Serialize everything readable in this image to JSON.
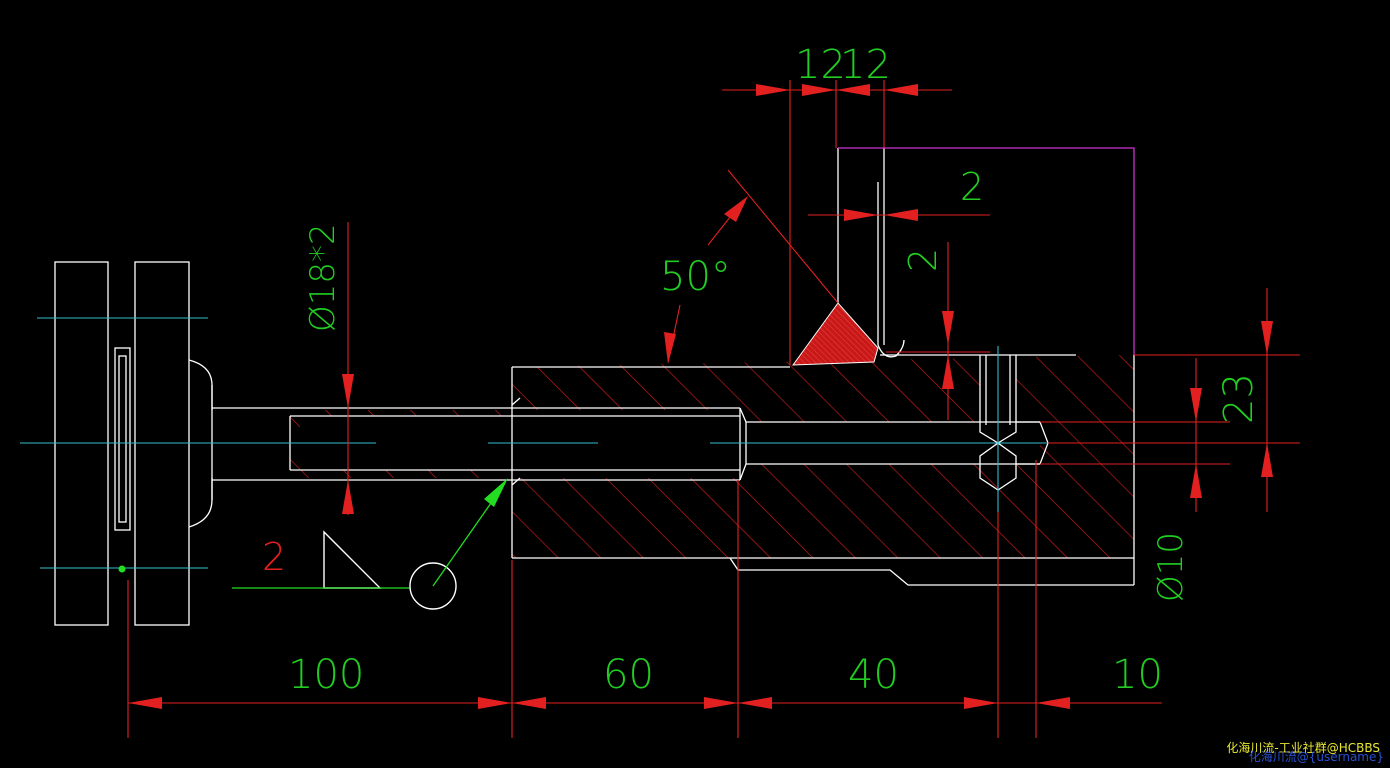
{
  "drawing": {
    "background_color": "#000000",
    "colors": {
      "outline": "#ffffff",
      "dimension": "#ff2020",
      "text": "#22cc22",
      "centerline": "#33bbcc",
      "frame": "#cc33cc",
      "weld_fill": "#d01a1a",
      "leader": "#22dd22"
    },
    "dimensions": {
      "length_1": "100",
      "length_2": "60",
      "length_3": "40",
      "length_4": "10",
      "thread": "Ø18*2",
      "bore": "Ø10",
      "height": "23",
      "offset_h": "2",
      "offset_v": "2",
      "top_left": "12",
      "top_right": "12",
      "angle": "50°"
    },
    "weld_symbol": {
      "size": "2"
    }
  },
  "watermark": {
    "line1": "化海川流-工业社群@HCBBS",
    "line2": "化海川流@{username}"
  }
}
